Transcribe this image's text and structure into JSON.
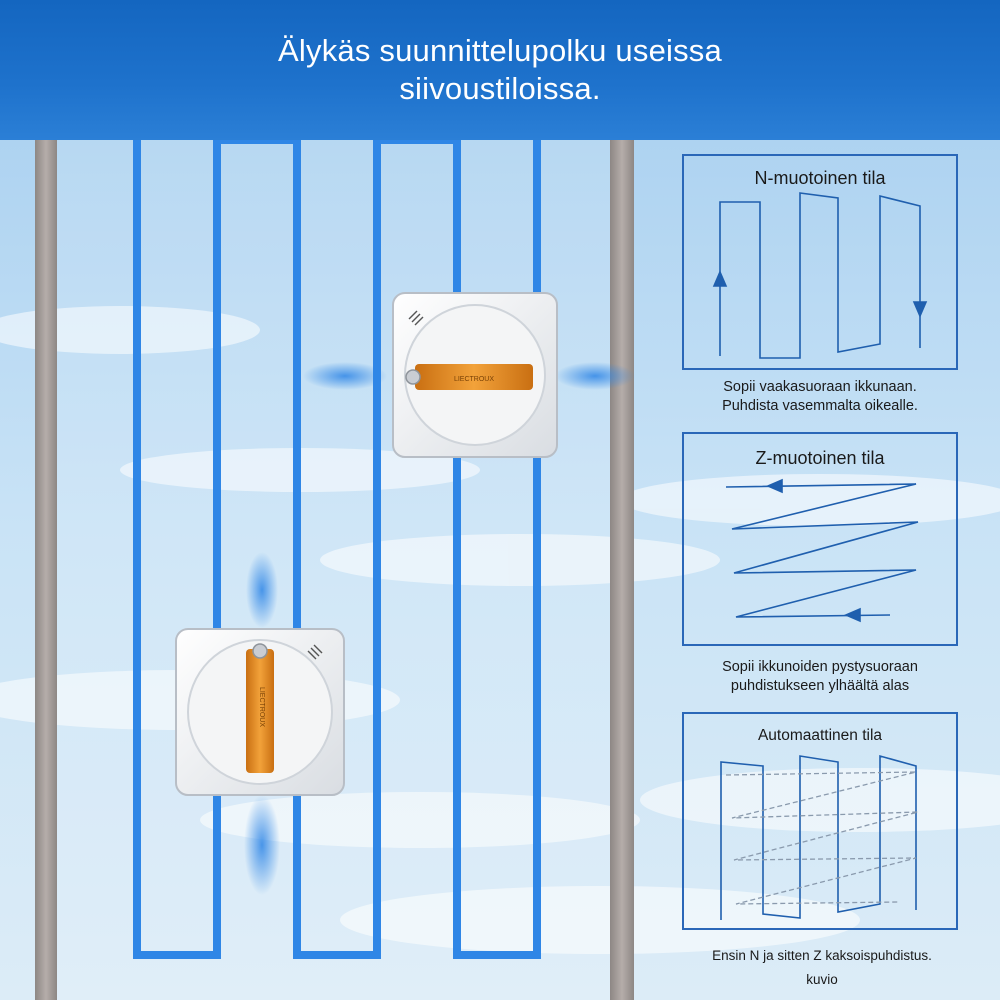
{
  "header": {
    "title_line1": "Älykäs suunnittelupolku useissa",
    "title_line2": "siivoustiloissa."
  },
  "robots": {
    "brand": "LIECTROUX"
  },
  "modes": [
    {
      "title": "N-muotoinen tila",
      "caption_line1": "Sopii vaakasuoraan ikkunaan.",
      "caption_line2": "Puhdista vasemmalta oikealle."
    },
    {
      "title": "Z-muotoinen tila",
      "caption_line1": "Sopii ikkunoiden pystysuoraan",
      "caption_line2": "puhdistukseen ylhäältä alas"
    },
    {
      "title": "Automaattinen tila",
      "caption_line1": "Ensin N ja sitten Z kaksoispuhdistus.",
      "caption_line2": "kuvio"
    }
  ],
  "colors": {
    "header_blue": "#1a6cc6",
    "path_blue": "#2f86e6",
    "diagram_blue": "#1f5fae",
    "robot_orange": "#e88a1c"
  }
}
